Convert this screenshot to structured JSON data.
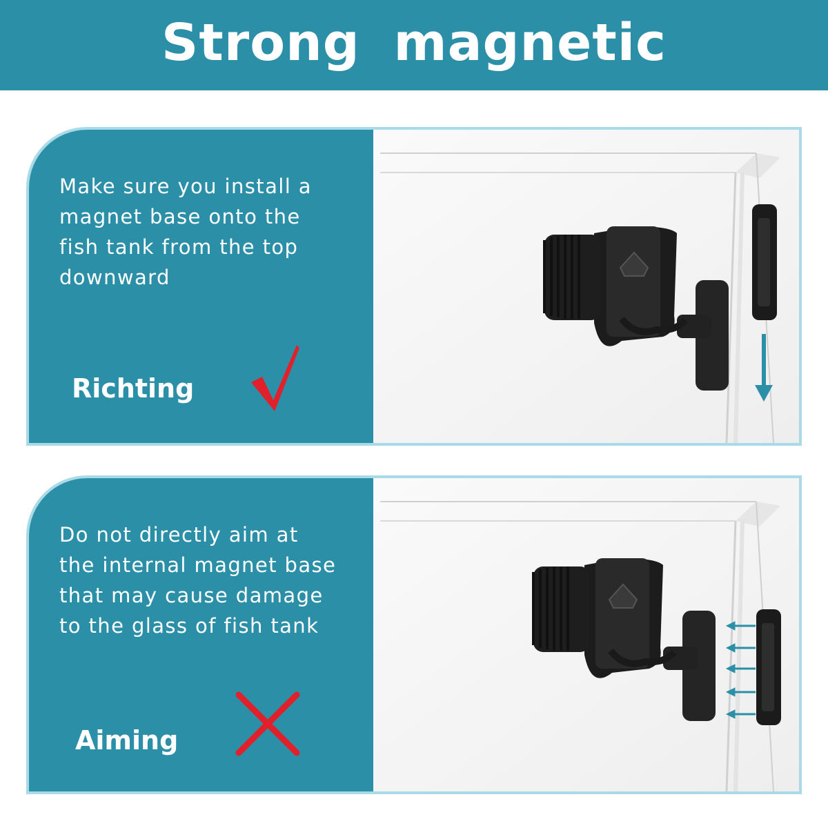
{
  "header": {
    "title": "Strong  magnetic"
  },
  "panels": [
    {
      "description_lines": [
        "Make sure you install a",
        "magnet base onto the",
        "fish tank from the top",
        "downward"
      ],
      "verdict": "Richting",
      "mark_icon": "check-mark-icon",
      "mark_color": "#e0202a",
      "arrow_icon": "arrow-down-icon"
    },
    {
      "description_lines": [
        "Do not directly aim at",
        "the internal magnet base",
        "that may cause damage",
        "to the glass of fish tank"
      ],
      "verdict": "Aiming",
      "mark_icon": "cross-mark-icon",
      "mark_color": "#e0202a",
      "arrow_icon": "arrow-left-icon"
    }
  ],
  "colors": {
    "header_bg": "#2c8fa8",
    "panel_bg": "#2c8fa8",
    "panel_border": "#a8dbe7",
    "arrow": "#2c8fa8",
    "text": "#ffffff"
  }
}
